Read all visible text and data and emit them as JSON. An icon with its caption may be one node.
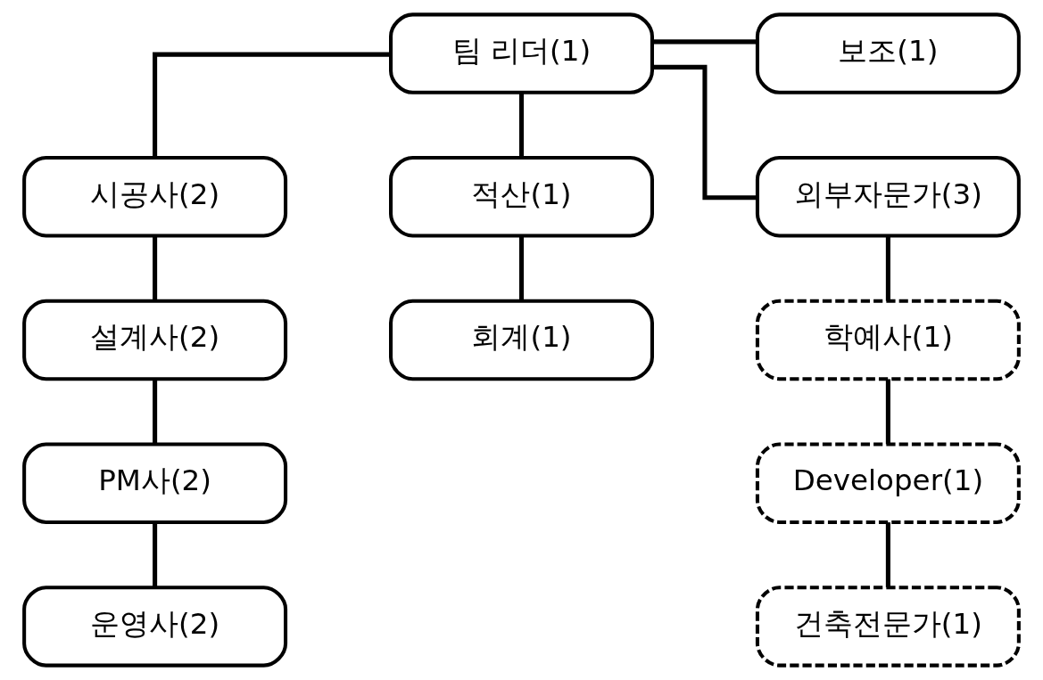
{
  "diagram": {
    "nodes": [
      {
        "text": [
          "팀 리더(1)"
        ]
      },
      {
        "text": [
          "보조(1)"
        ]
      },
      {
        "text": [
          "시공사(2)"
        ]
      },
      {
        "text": [
          "적산(1)"
        ]
      },
      {
        "text": [
          "외부자문가(3)"
        ]
      },
      {
        "text": [
          "설계사(2)"
        ]
      },
      {
        "text": [
          "회계(1)"
        ]
      },
      {
        "text": [
          "학예사(1)"
        ]
      },
      {
        "text": [
          "PM사(2)"
        ]
      },
      {
        "text": [
          "Developer(1)"
        ]
      },
      {
        "text": [
          "운영사(2)"
        ]
      },
      {
        "text": [
          "건축전문가(1)"
        ]
      }
    ],
    "edges": [
      {
        "from": 0,
        "to": 1,
        "arrow": "none"
      },
      {
        "from": 0,
        "to": 2,
        "arrow": "none"
      },
      {
        "from": 0,
        "to": 3,
        "arrow": "none"
      },
      {
        "from": 0,
        "to": 4,
        "arrow": "none"
      },
      {
        "from": 2,
        "to": 5,
        "arrow": "none"
      },
      {
        "from": 3,
        "to": 6,
        "arrow": "none"
      },
      {
        "from": 4,
        "to": 7,
        "arrow": "none"
      },
      {
        "from": 5,
        "to": 8,
        "arrow": "none"
      },
      {
        "from": 7,
        "to": 9,
        "arrow": "none"
      },
      {
        "from": 8,
        "to": 10,
        "arrow": "none"
      },
      {
        "from": 9,
        "to": 11,
        "arrow": "none"
      }
    ]
  }
}
